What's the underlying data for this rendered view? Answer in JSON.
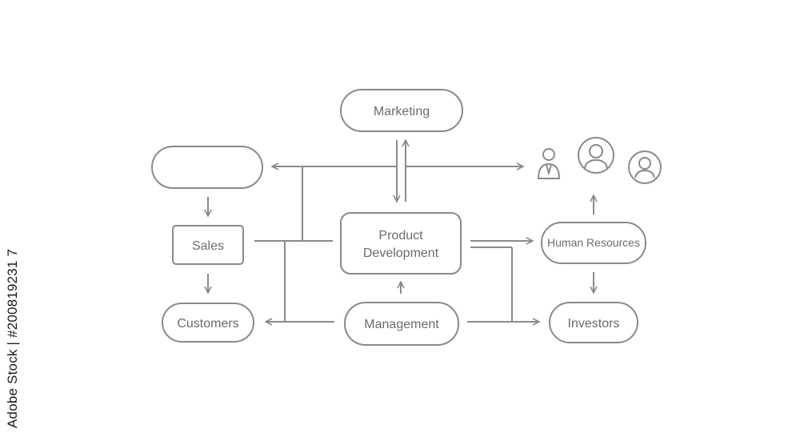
{
  "diagram": {
    "nodes": {
      "marketing": "Marketing",
      "unlabeled": "",
      "sales": "Sales",
      "customers": "Customers",
      "product_line1": "Product",
      "product_line2": "Development",
      "management": "Management",
      "human_resources": "Human Resources",
      "investors": "Investors"
    },
    "icons": [
      "businessman-icon",
      "user-circle-icon",
      "user-circle-icon"
    ],
    "line_color": "#8a8a8a",
    "text_color": "#6b6b6b"
  },
  "watermark": {
    "side_text": "Adobe Stock | #200819231 7"
  }
}
